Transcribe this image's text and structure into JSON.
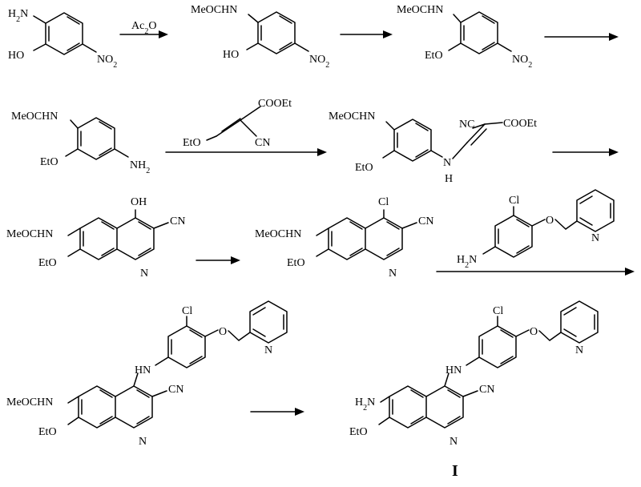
{
  "labels": {
    "r1_reagent_1": "Ac2O",
    "compound_1_h2n": "H2N",
    "compound_1_ho": "HO",
    "compound_1_no2": "NO2",
    "compound_2_meocahn": "MeOCHN",
    "compound_2_ho": "HO",
    "compound_2_no2": "NO2",
    "compound_3_meocahn": "MeOCHN",
    "compound_3_eto": "EtO",
    "compound_3_no2": "NO2",
    "compound_4_meocahn": "MeOCHN",
    "compound_4_eto": "EtO",
    "compound_4_nh2": "NH2",
    "reagent_2_cooet": "COOEt",
    "reagent_2_eto": "EtO",
    "reagent_2_cn": "CN",
    "compound_5_meocahn": "MeOCHN",
    "compound_5_nc": "NC",
    "compound_5_cooet": "COOEt",
    "compound_5_eto": "EtO",
    "compound_5_n": "N",
    "compound_5_h": "H",
    "compound_6_oh": "OH",
    "compound_6_meocahn": "MeOCHN",
    "compound_6_cn": "CN",
    "compound_6_eto": "EtO",
    "compound_6_n": "N",
    "compound_7_cl": "Cl",
    "compound_7_meocahn": "MeOCHN",
    "compound_7_cn": "CN",
    "compound_7_eto": "EtO",
    "compound_7_n": "N",
    "reagent_3_cl": "Cl",
    "reagent_3_o": "O",
    "reagent_3_n": "N",
    "reagent_3_h2n": "H2N",
    "compound_8_cl": "Cl",
    "compound_8_o": "O",
    "compound_8_npy": "N",
    "compound_8_hn": "HN",
    "compound_8_meocahn": "MeOCHN",
    "compound_8_cn": "CN",
    "compound_8_eto": "EtO",
    "compound_8_n": "N",
    "compound_9_cl": "Cl",
    "compound_9_o": "O",
    "compound_9_npy": "N",
    "compound_9_hn": "HN",
    "compound_9_h2n": "H2N",
    "compound_9_cn": "CN",
    "compound_9_eto": "EtO",
    "compound_9_n": "N",
    "compound_9_label": "I"
  }
}
